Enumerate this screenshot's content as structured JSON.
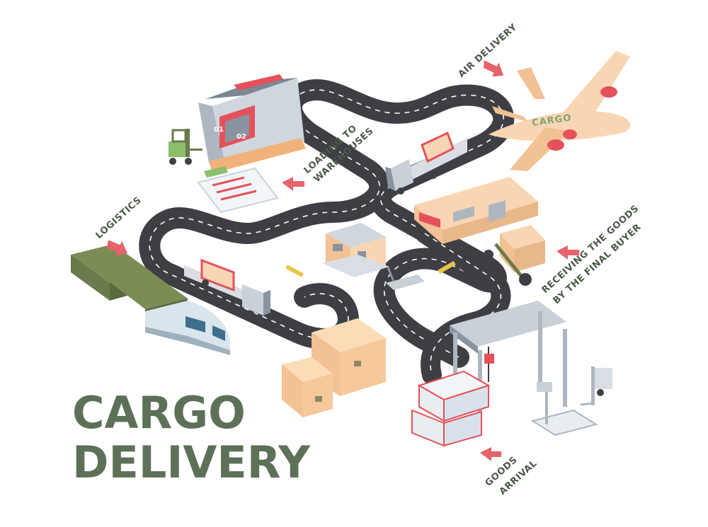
{
  "title": {
    "line1": "CARGO",
    "line2": "DELIVERY"
  },
  "labels": {
    "air_delivery": "AIR DELIVERY",
    "loading_line1": "LOADING TO",
    "loading_line2": "WAREHOUSES",
    "logistics": "LOGISTICS",
    "receiving_line1": "RECEIVING THE GOODS",
    "receiving_line2": "BY THE FINAL BUYER",
    "goods_line1": "GOODS",
    "goods_line2": "ARRIVAL"
  },
  "plane_text": "CARGO",
  "warehouse_doors": [
    "01",
    "02"
  ],
  "colors": {
    "road": "#3e3f44",
    "road_line": "#ffffff",
    "title": "#5d7058",
    "label": "#4a5a47",
    "arrow": "#e5636b",
    "box": "#f5c99a",
    "container_red": "#e4515b",
    "train_green": "#6b7a4a",
    "plane": "#f9d6b3"
  }
}
